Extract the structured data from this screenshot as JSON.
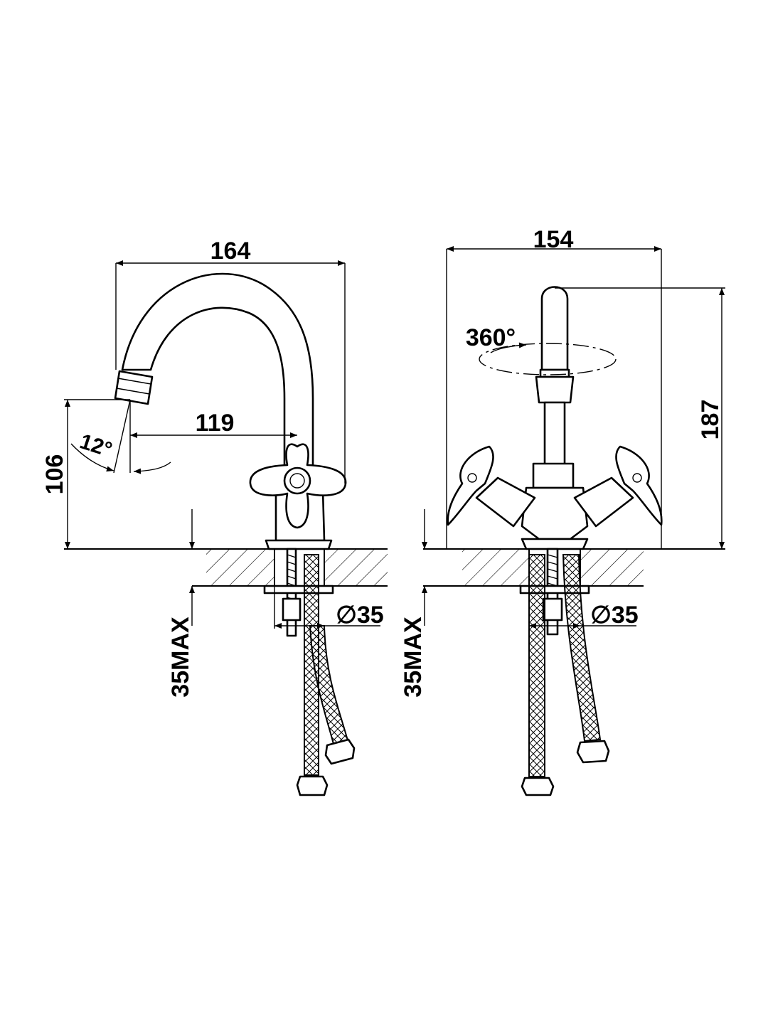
{
  "dimensions": {
    "side_width": "164",
    "spout_reach": "119",
    "side_height": "106",
    "spout_angle": "12°",
    "side_thickness": "35MAX",
    "side_hole": "∅35",
    "front_width": "154",
    "front_height": "187",
    "rotation": "360°",
    "front_thickness": "35MAX",
    "front_hole": "∅35"
  }
}
